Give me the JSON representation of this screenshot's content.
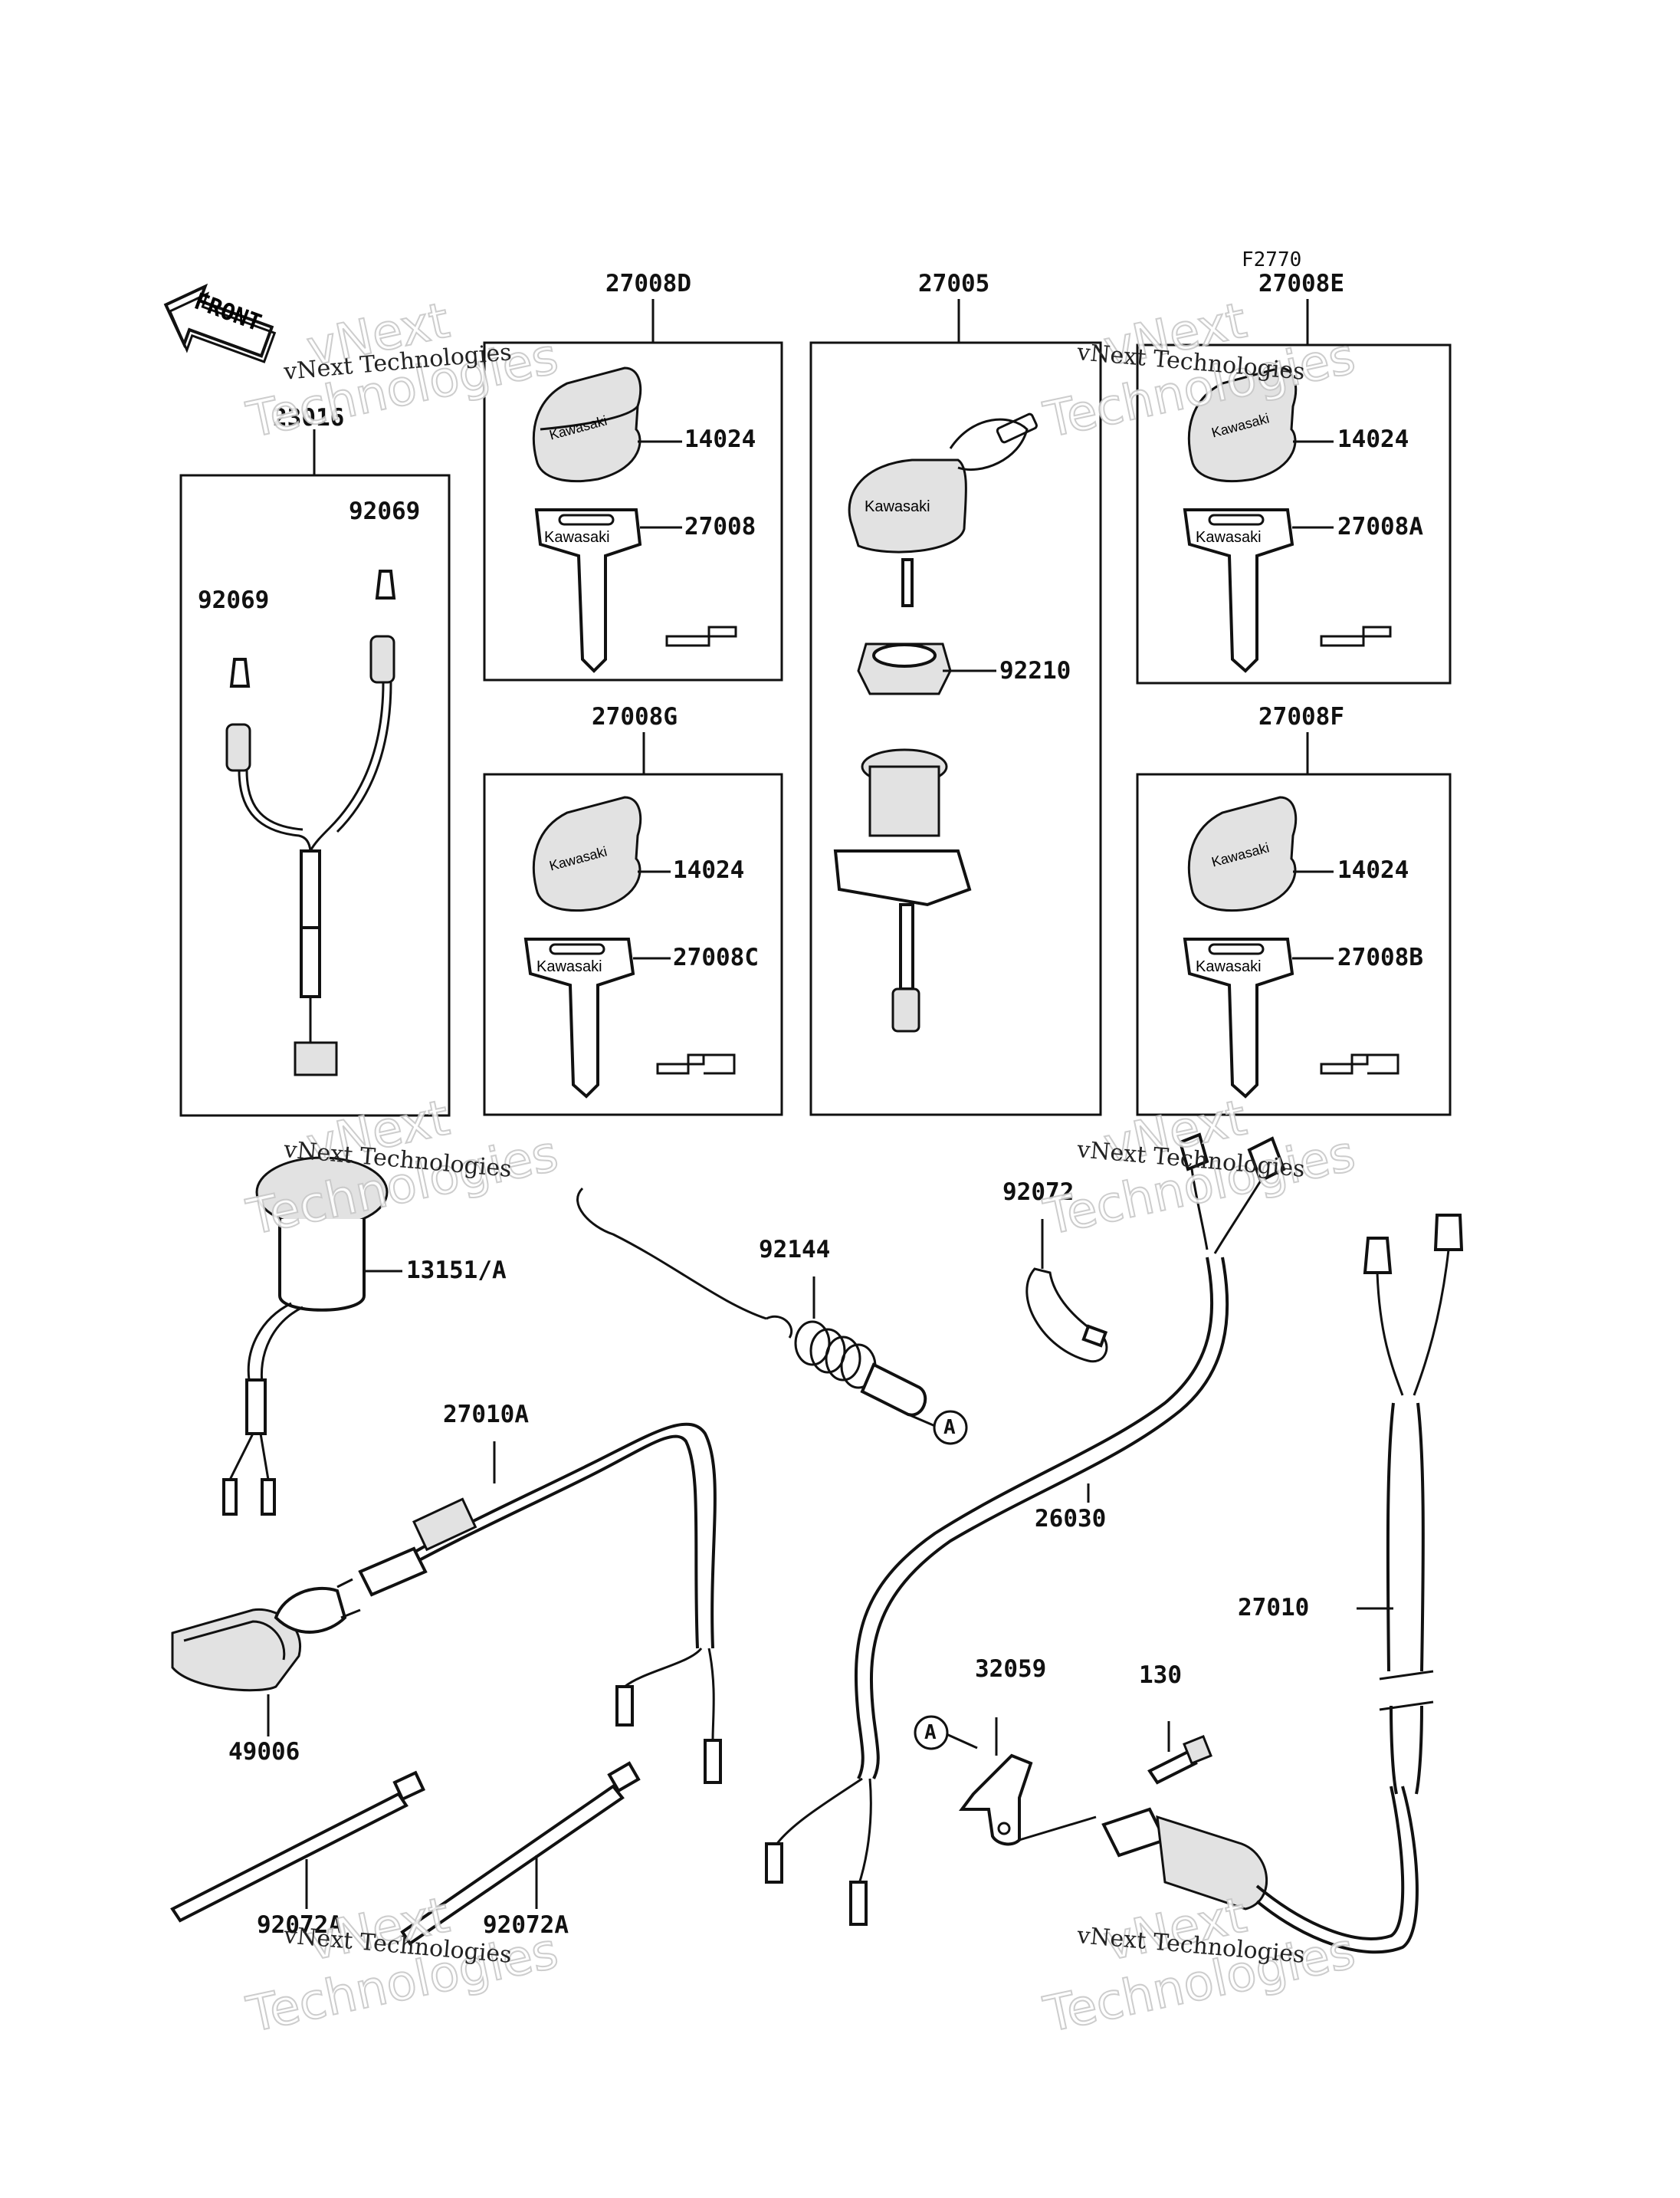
{
  "figure_code": "F2770",
  "front_label": "FRONT",
  "brand_on_key": "Kawasaki",
  "watermark": {
    "company": "vNext Technologies",
    "big_top": "vNext",
    "big_bottom": "Technologies"
  },
  "parts": {
    "p23016": "23016",
    "p92069a": "92069",
    "p92069b": "92069",
    "p27008D": "27008D",
    "p14024_d": "14024",
    "p27008": "27008",
    "p27008G": "27008G",
    "p14024_g": "14024",
    "p27008C": "27008C",
    "p27005": "27005",
    "p92210": "92210",
    "p27008E": "27008E",
    "p14024_e": "14024",
    "p27008A": "27008A",
    "p27008F": "27008F",
    "p14024_f": "14024",
    "p27008B": "27008B",
    "p13151": "13151/A",
    "p92144": "92144",
    "p92072": "92072",
    "p26030": "26030",
    "p27010A": "27010A",
    "p27010": "27010",
    "p49006": "49006",
    "p32059": "32059",
    "p130": "130",
    "p92072A_1": "92072A",
    "p92072A_2": "92072A",
    "ref_A1": "A",
    "ref_A2": "A"
  }
}
